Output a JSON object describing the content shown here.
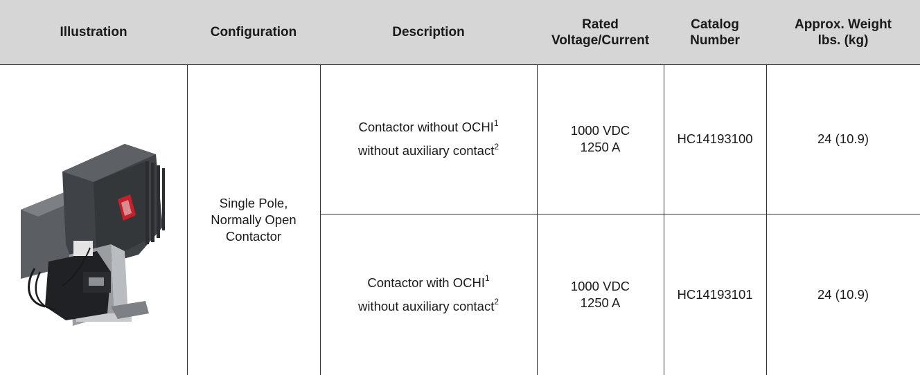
{
  "headers": {
    "illustration": "Illustration",
    "configuration": "Configuration",
    "description": "Description",
    "rated_1": "Rated",
    "rated_2": "Voltage/Current",
    "catalog_1": "Catalog",
    "catalog_2": "Number",
    "weight_1": "Approx. Weight",
    "weight_2": "lbs. (kg)"
  },
  "configuration": {
    "line1": "Single Pole,",
    "line2": "Normally Open",
    "line3": "Contactor"
  },
  "rows": [
    {
      "desc_line1": "Contactor without OCHI",
      "desc_sup1": "1",
      "desc_line2": "without auxiliary contact",
      "desc_sup2": "2",
      "voltage": "1000 VDC",
      "current": "1250 A",
      "catalog": "HC14193100",
      "weight": "24 (10.9)"
    },
    {
      "desc_line1": "Contactor with OCHI",
      "desc_sup1": "1",
      "desc_line2": "without auxiliary contact",
      "desc_sup2": "2",
      "voltage": "1000 VDC",
      "current": "1250 A",
      "catalog": "HC14193101",
      "weight": "24 (10.9)"
    }
  ]
}
